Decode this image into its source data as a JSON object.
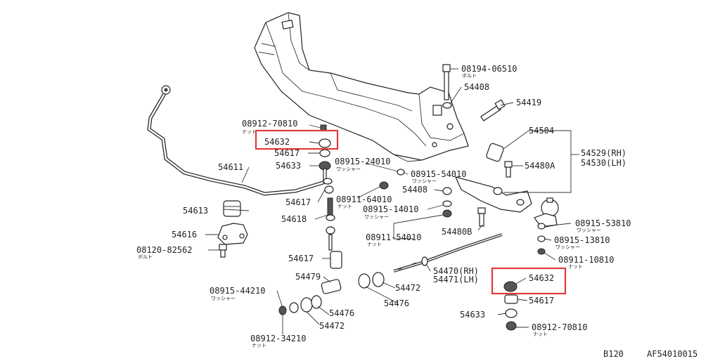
{
  "diagram": {
    "code_left": "B120",
    "code_right": "AF54010015",
    "highlight_color": "#e03a3a",
    "labels": {
      "p08194_06510": "08194-06510",
      "p08194_06510_sub": "ボルト",
      "p54408_top": "54408",
      "p54419": "54419",
      "p54504": "54504",
      "p54529": "54529(RH)",
      "p54530": "54530(LH)",
      "p54480A": "54480A",
      "p08912_70810_top": "08912-70810",
      "p08912_70810_top_sub": "ナット",
      "p54632_left": "54632",
      "p54617_a": "54617",
      "p08915_24010": "08915-24010",
      "p08915_24010_sub": "ワッシャー",
      "p54633_top": "54633",
      "p08915_54010": "08915-54010",
      "p08915_54010_sub": "ワッシャー",
      "p54611": "54611",
      "p54408_mid": "54408",
      "p08911_64010": "08911-64010",
      "p08911_64010_sub": "ナット",
      "p54617_b": "54617",
      "p08915_14010": "08915-14010",
      "p08915_14010_sub": "ワッシャー",
      "p54613": "54613",
      "p54618": "54618",
      "p54480B": "54480B",
      "p08915_53810": "08915-53810",
      "p08915_53810_sub": "ワッシャー",
      "p54616": "54616",
      "p08911_54010": "08911-54010",
      "p08911_54010_sub": "ナット",
      "p08915_13810": "08915-13810",
      "p08915_13810_sub": "ワッシャー",
      "p08120_82562": "08120-82562",
      "p08120_82562_sub": "ボルト",
      "p08911_10810": "08911-10810",
      "p08911_10810_sub": "ナット",
      "p54617_c": "54617",
      "p54470": "54470(RH)",
      "p54471": "54471(LH)",
      "p54479": "54479",
      "p54632_right": "54632",
      "p08915_44210": "08915-44210",
      "p08915_44210_sub": "ワッシャー",
      "p54472_mid": "54472",
      "p54617_d": "54617",
      "p54476_left": "54476",
      "p54476_mid": "54476",
      "p54472_left": "54472",
      "p54633_bottom": "54633",
      "p08912_70810_bottom": "08912-70810",
      "p08912_70810_bottom_sub": "ナット",
      "p08912_34210": "08912-34210",
      "p08912_34210_sub": "ナット"
    }
  }
}
